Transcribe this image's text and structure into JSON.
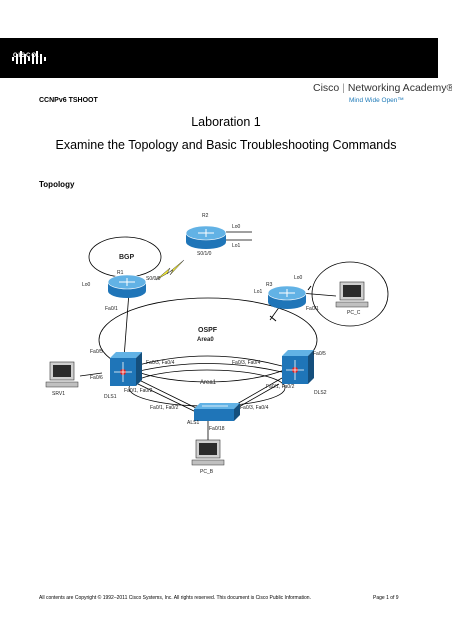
{
  "header": {
    "logo_text": "CISCO.",
    "course": "CCNPv6 TSHOOT",
    "academy": {
      "brand": "Cisco",
      "name": "Networking Academy®",
      "tagline": "Mind Wide Open™"
    }
  },
  "title": {
    "line1": "Laboration 1",
    "line2": "Examine the Topology and Basic Troubleshooting Commands"
  },
  "section_heading": "Topology",
  "topology": {
    "clouds": {
      "bgp": "BGP",
      "ospf": "OSPF",
      "area0": "Area0",
      "area1": "Area1"
    },
    "devices": {
      "r1": "R1",
      "r2": "R2",
      "r3": "R3",
      "dls1": "DLS1",
      "dls2": "DLS2",
      "als1": "ALS1",
      "srv1": "SRV1",
      "pc_b": "PC_B",
      "pc_c": "PC_C"
    },
    "interfaces": {
      "r2_lo0": "Lo0",
      "r2_lo1": "Lo1",
      "r2_s0": "S0/1/0",
      "r1_lo0": "Lo0",
      "r1_s0": "S0/0/0",
      "r1_fa0": "Fa0/1",
      "r3_lo0": "Lo0",
      "r3_lo1": "Lo1",
      "r3_fa0": "Fa0/1",
      "dls1_fa05": "Fa0/5",
      "dls1_fa06": "Fa0/6",
      "dls1_to_dls2": "Fa0/3, Fa0/4",
      "dls2_to_dls1": "Fa0/3, Fa0/4",
      "dls1_to_als1": "Fa0/1, Fa0/2",
      "dls2_to_als1": "Fa0/1, Fa0/2",
      "dls2_fa05": "Fa0/5",
      "als1_left": "Fa0/1, Fa0/2",
      "als1_right": "Fa0/3, Fa0/4",
      "als1_fa18": "Fa0/18"
    }
  },
  "footer": {
    "copyright": "All contents are Copyright © 1992–2011 Cisco Systems, Inc. All rights reserved. This document is Cisco Public Information.",
    "page": "Page 1 of 9"
  }
}
